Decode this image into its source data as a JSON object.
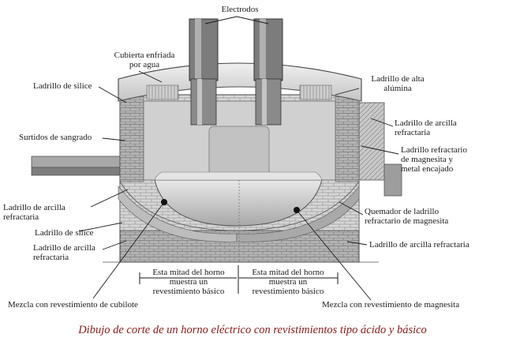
{
  "labels": {
    "electrodes": "Electrodos",
    "water_cooled_cover_1": "Cubierta enfriada",
    "water_cooled_cover_2": "por agua",
    "silica_brick_top": "Ladrillo de silice",
    "tapping_spout": "Surtidos de sangrado",
    "refractory_clay_left_1": "Ladrillo de arcilla",
    "refractory_clay_left_2": "refractaria",
    "silica_brick_bottom": "Ladrillo de silice",
    "refractory_clay_left_low_1": "Ladrillo de arcilla",
    "refractory_clay_left_low_2": "refractaria",
    "high_alumina_1": "Ladrillo de alta",
    "high_alumina_2": "alúmina",
    "refractory_clay_right_1": "Ladrillo de arcilla",
    "refractory_clay_right_2": "refractaria",
    "magnesite_brick_1": "Ladrillo refractario",
    "magnesite_brick_2": "de magnesita y",
    "magnesite_brick_3": "metal encajado",
    "burner_1": "Quemador de ladrillo",
    "burner_2": "refractario de magnesita",
    "refractory_clay_right_low": "Ladrillo de arcilla refractaria",
    "half_acid_1": "Esta mitad del horno",
    "half_acid_2": "muestra un",
    "half_acid_3": "revestimiento básico",
    "half_basic_1": "Esta mitad del horno",
    "half_basic_2": "muestra un",
    "half_basic_3": "revestimiento básico",
    "cupola_mix": "Mezcla con revestimiento de cubilote",
    "magnesite_mix": "Mezcla con revestimiento de magnesita"
  },
  "caption": "Dibujo de corte de un horno eléctrico con revistimientos tipo ácido y básico",
  "colors": {
    "brick_light": "#d9d9d9",
    "brick_mid": "#b8b8b8",
    "brick_dark": "#8a8a8a",
    "ink": "#1a1a1a",
    "caption": "#8b1a1a"
  }
}
